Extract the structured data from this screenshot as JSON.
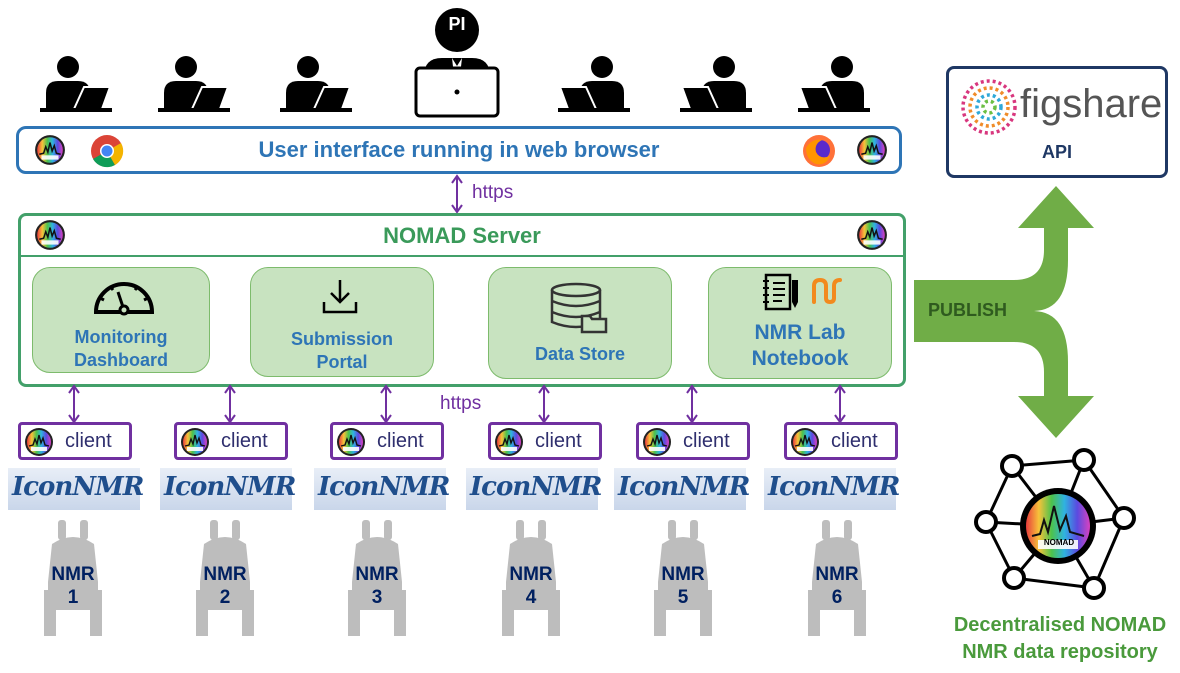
{
  "pi_label": "PI",
  "ui_bar": {
    "title": "User interface running in web browser"
  },
  "https_top": "https",
  "https_bottom": "https",
  "server": {
    "title": "NOMAD Server"
  },
  "modules": [
    {
      "line1": "Monitoring",
      "line2": "Dashboard",
      "icon": "gauge-icon"
    },
    {
      "line1": "Submission",
      "line2": "Portal",
      "icon": "download-icon"
    },
    {
      "line1": "Data Store",
      "line2": "",
      "icon": "database-icon"
    },
    {
      "line1": "NMR Lab",
      "line2": "Notebook",
      "icon": "notebook-icon"
    }
  ],
  "client_label": "client",
  "icon_nmr_logo": "IconNMR",
  "nmr_instruments": [
    {
      "name": "NMR",
      "num": "1"
    },
    {
      "name": "NMR",
      "num": "2"
    },
    {
      "name": "NMR",
      "num": "3"
    },
    {
      "name": "NMR",
      "num": "4"
    },
    {
      "name": "NMR",
      "num": "5"
    },
    {
      "name": "NMR",
      "num": "6"
    }
  ],
  "publish_label": "PUBLISH",
  "figshare": {
    "logo_text": "figshare",
    "api_label": "API"
  },
  "nomad_logo_text": "NOMAD",
  "repository": {
    "line1": "Decentralised NOMAD",
    "line2": "NMR data repository"
  },
  "colors": {
    "blue": "#2e75b6",
    "green": "#43a06a",
    "purple": "#7030a0",
    "publish_green": "#70ad47",
    "navy": "#002060"
  }
}
